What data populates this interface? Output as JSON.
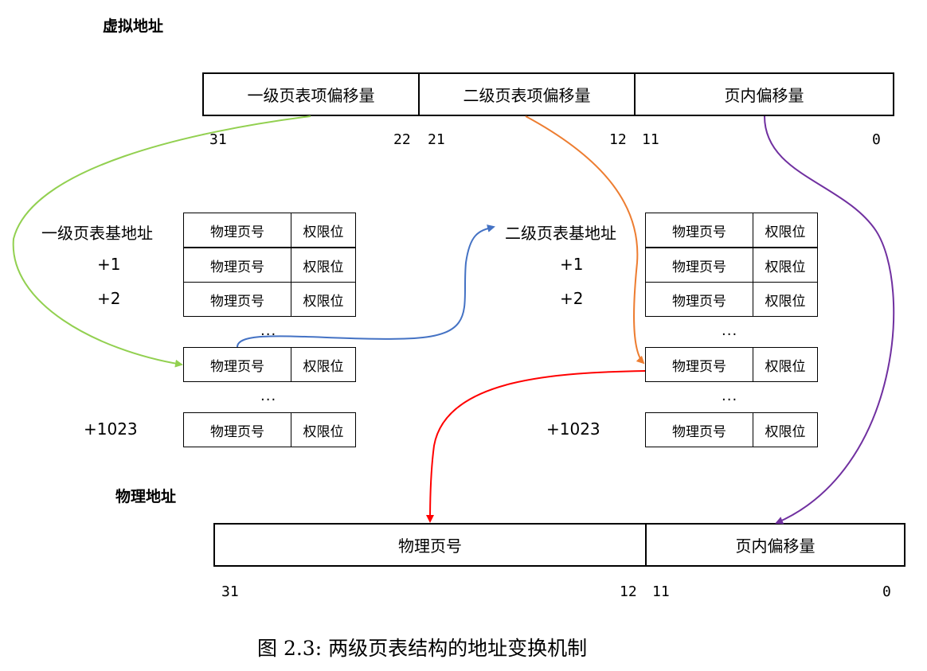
{
  "virtual_address": {
    "heading": "虚拟地址",
    "fields": [
      "一级页表项偏移量",
      "二级页表项偏移量",
      "页内偏移量"
    ],
    "bit_labels": [
      "31",
      "22",
      "21",
      "12",
      "11",
      "0"
    ]
  },
  "level1_table": {
    "base_label": "一级页表基地址",
    "offset_labels": [
      "+1",
      "+2",
      "+1023"
    ],
    "ellipsis": "...",
    "entry_col1": "物理页号",
    "entry_col2": "权限位"
  },
  "level2_table": {
    "base_label": "二级页表基地址",
    "offset_labels": [
      "+1",
      "+2",
      "+1023"
    ],
    "ellipsis": "...",
    "entry_col1": "物理页号",
    "entry_col2": "权限位"
  },
  "physical_address": {
    "heading": "物理地址",
    "fields": [
      "物理页号",
      "页内偏移量"
    ],
    "bit_labels": [
      "31",
      "12",
      "11",
      "0"
    ]
  },
  "caption": "图 2.3: 两级页表结构的地址变换机制",
  "arrow_colors": {
    "green": "#92d050",
    "orange": "#ed7d31",
    "purple": "#7030a0",
    "blue": "#4472c4",
    "red": "#ff0000"
  }
}
